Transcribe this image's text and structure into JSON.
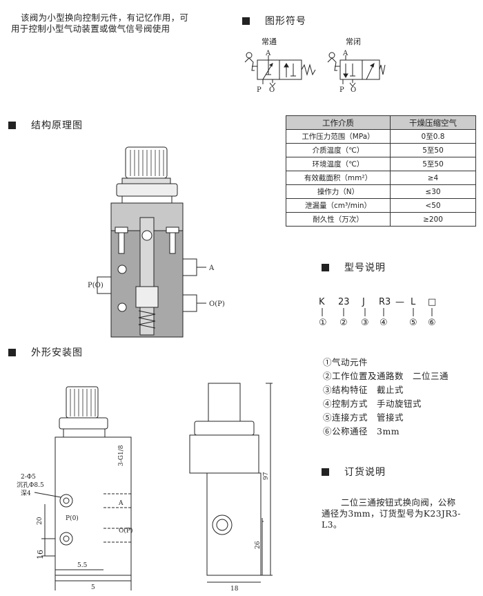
{
  "intro": {
    "line1": "该阀为小型换向控制元件，有记忆作用，可",
    "line2": "用于控制小型气动装置或做气信号阀使用"
  },
  "sections": {
    "symbol": "图形符号",
    "structure": "结构原理图",
    "outline": "外形安装图",
    "model": "型号说明",
    "order": "订货说明"
  },
  "symbols": {
    "normally_open": "常通",
    "normally_closed": "常闭",
    "port_a": "A",
    "port_p": "P",
    "port_o": "O"
  },
  "structure_labels": {
    "a": "A",
    "p": "P(O)",
    "o": "O(P)"
  },
  "spec_table": {
    "headers": [
      "工作介质",
      "干燥压缩空气"
    ],
    "rows": [
      [
        "工作压力范围（MPa）",
        "0至0.8"
      ],
      [
        "介质温度（℃）",
        "5至50"
      ],
      [
        "环境温度（℃）",
        "5至50"
      ],
      [
        "有效截面积（mm²）",
        "≥4"
      ],
      [
        "操作力（N）",
        "≤30"
      ],
      [
        "泄漏量（cm³/min）",
        "<50"
      ],
      [
        "耐久性（万次）",
        "≥200"
      ]
    ]
  },
  "model_code": {
    "parts": [
      "K",
      "23",
      "J",
      "R3",
      "—",
      "L",
      "□"
    ],
    "markers": [
      "①",
      "②",
      "③",
      "④",
      "⑤",
      "⑥"
    ]
  },
  "model_legend": [
    "①气动元件",
    "②工作位置及通路数　二位三通",
    "③结构特征　截止式",
    "④控制方式　手动旋钮式",
    "⑤连接方式　管接式",
    "⑥公称通径　3mm"
  ],
  "order_text": {
    "line1": "二位三通按钮式换向阀，公称",
    "line2": "通径为3mm，订货型号为K23JR3-",
    "line3": "L3。"
  },
  "dimensions": {
    "hole_note_1": "2-Φ5",
    "hole_note_2": "沉孔Φ8.5",
    "hole_note_3": "深4",
    "p0": "P(0)",
    "thread": "3-G1/8",
    "a": "A",
    "op": "O(P)",
    "d20": "20",
    "d16": "16",
    "d5_5": "5.5",
    "d5": "5",
    "d97": "97",
    "d26": "26",
    "d18": "18"
  }
}
